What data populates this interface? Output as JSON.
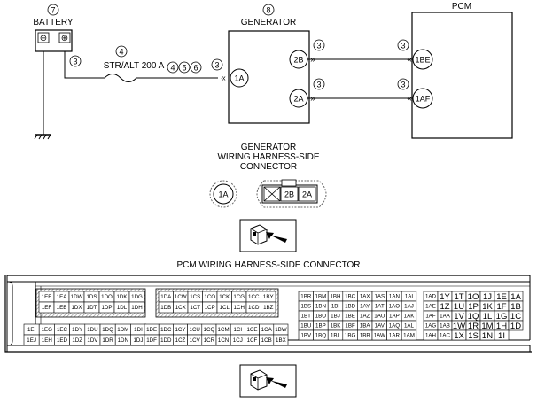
{
  "labels": {
    "battery_num": "7",
    "battery": "BATTERY",
    "battery_minus": "⊖",
    "battery_plus": "⊕",
    "generator_num": "8",
    "generator": "GENERATOR",
    "pcm": "PCM",
    "fuse_num": "4",
    "fuse_name": "STR/ALT 200 A",
    "fuse_refs": [
      "4",
      "5",
      "6"
    ],
    "wire_circle": "3",
    "gen_term_1a": "1A",
    "gen_term_2b": "2B",
    "gen_term_2a": "2A",
    "pcm_term_1be": "1BE",
    "pcm_term_1af": "1AF",
    "gen_conn_title": [
      "GENERATOR",
      "WIRING HARNESS-SIDE",
      "CONNECTOR"
    ],
    "gen_conn_pin_1a": "1A",
    "gen_conn_pin_2b": "2B",
    "gen_conn_pin_2a": "2A",
    "pcm_conn_title": "PCM WIRING HARNESS-SIDE CONNECTOR"
  },
  "pcm_blocks": {
    "block1": [
      [
        "1EE",
        "1EA",
        "1DW",
        "1DS",
        "1DO",
        "1DK",
        "1DG"
      ],
      [
        "1EF",
        "1EB",
        "1DX",
        "1DT",
        "1DP",
        "1DL",
        "1DH"
      ]
    ],
    "block2": [
      [
        "1DA",
        "1CW",
        "1CS",
        "1CO",
        "1CK",
        "1CG",
        "1CC",
        "1BY"
      ],
      [
        "1DB",
        "1CX",
        "1CT",
        "1CP",
        "1CL",
        "1CH",
        "1CD",
        "1BZ"
      ]
    ],
    "block3": [
      [
        "1EI",
        "1EG",
        "1EC",
        "1DY",
        "1DU",
        "1DQ",
        "1DM",
        "1DI"
      ],
      [
        "1EJ",
        "1EH",
        "1ED",
        "1DZ",
        "1DV",
        "1DR",
        "1DN",
        "1DJ"
      ]
    ],
    "block4": [
      [
        "1DE",
        "1DC",
        "1CY",
        "1CU",
        "1CQ",
        "1CM",
        "1CI",
        "1CE",
        "1CA",
        "1BW"
      ],
      [
        "1DF",
        "1DD",
        "1CZ",
        "1CV",
        "1CR",
        "1CN",
        "1CJ",
        "1CF",
        "1CB",
        "1BX"
      ]
    ],
    "block5": [
      [
        "1BR",
        "1BM",
        "1BH",
        "1BC",
        "1AX",
        "1AS",
        "1AN",
        "1AI"
      ],
      [
        "1BS",
        "1BN",
        "1BI",
        "1BD",
        "1AY",
        "1AT",
        "1AO",
        "1AJ"
      ],
      [
        "1BT",
        "1BO",
        "1BJ",
        "1BE",
        "1AZ",
        "1AU",
        "1AP",
        "1AK"
      ],
      [
        "1BU",
        "1BP",
        "1BK",
        "1BF",
        "1BA",
        "1AV",
        "1AQ",
        "1AL"
      ],
      [
        "1BV",
        "1BQ",
        "1BL",
        "1BG",
        "1BB",
        "1AW",
        "1AR",
        "1AM"
      ]
    ],
    "block6": [
      [
        "1AD",
        "1Y",
        "1T",
        "1O",
        "1J",
        "1E",
        "1A"
      ],
      [
        "1AE",
        "1Z",
        "1U",
        "1P",
        "1K",
        "1F",
        "1B"
      ],
      [
        "1AF",
        "1AA",
        "1V",
        "1Q",
        "1L",
        "1G",
        "1C"
      ],
      [
        "1AG",
        "1AB",
        "1W",
        "1R",
        "1M",
        "1H",
        "1D"
      ],
      [
        "1AH",
        "1AC",
        "1X",
        "1S",
        "1N",
        "1I",
        ""
      ]
    ]
  }
}
